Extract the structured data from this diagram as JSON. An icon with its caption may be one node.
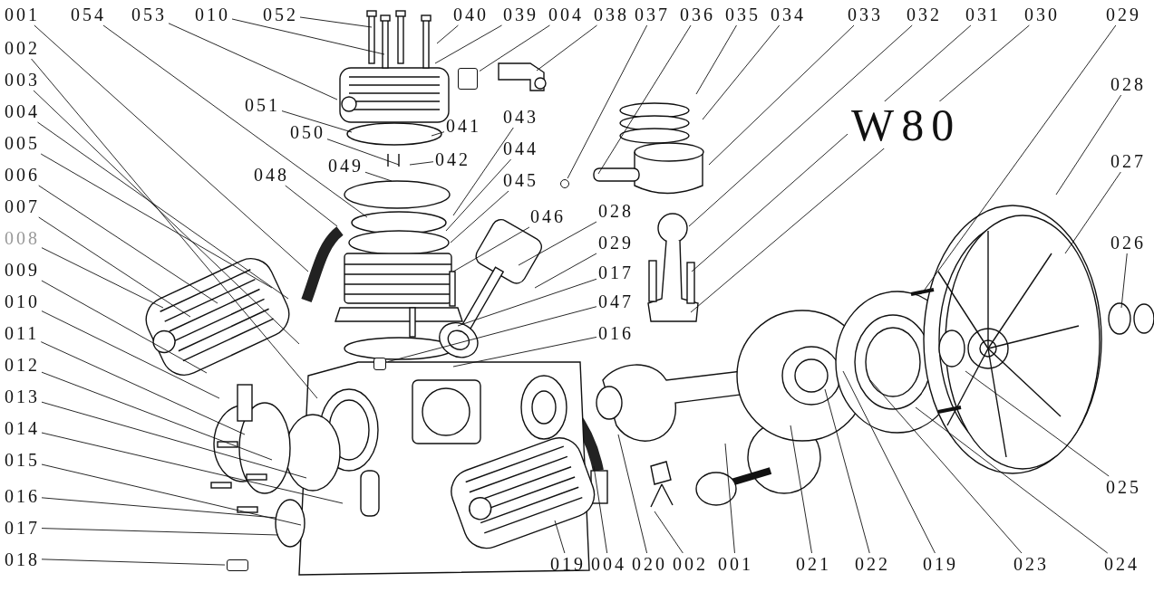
{
  "diagram": {
    "nodes": [
      {
        "text": [
          "001"
        ]
      },
      {
        "text": [
          "054"
        ]
      },
      {
        "text": [
          "053"
        ]
      },
      {
        "text": [
          "010"
        ]
      },
      {
        "text": [
          "052"
        ]
      },
      {
        "text": [
          "040"
        ]
      },
      {
        "text": [
          "039"
        ]
      },
      {
        "text": [
          "004"
        ]
      },
      {
        "text": [
          "038"
        ]
      },
      {
        "text": [
          "037"
        ]
      },
      {
        "text": [
          "036"
        ]
      },
      {
        "text": [
          "035"
        ]
      },
      {
        "text": [
          "034"
        ]
      },
      {
        "text": [
          "033"
        ]
      },
      {
        "text": [
          "032"
        ]
      },
      {
        "text": [
          "031"
        ]
      },
      {
        "text": [
          "030"
        ]
      },
      {
        "text": [
          "029"
        ]
      },
      {
        "text": [
          "002"
        ]
      },
      {
        "text": [
          "003"
        ]
      },
      {
        "text": [
          "004"
        ]
      },
      {
        "text": [
          "005"
        ]
      },
      {
        "text": [
          "006"
        ]
      },
      {
        "text": [
          "007"
        ]
      },
      {
        "text": [
          "008"
        ]
      },
      {
        "text": [
          "009"
        ]
      },
      {
        "text": [
          "010"
        ]
      },
      {
        "text": [
          "011"
        ]
      },
      {
        "text": [
          "012"
        ]
      },
      {
        "text": [
          "013"
        ]
      },
      {
        "text": [
          "014"
        ]
      },
      {
        "text": [
          "015"
        ]
      },
      {
        "text": [
          "016"
        ]
      },
      {
        "text": [
          "017"
        ]
      },
      {
        "text": [
          "018"
        ]
      },
      {
        "text": [
          "051"
        ]
      },
      {
        "text": [
          "050"
        ]
      },
      {
        "text": [
          "041"
        ]
      },
      {
        "text": [
          "043"
        ]
      },
      {
        "text": [
          "049"
        ]
      },
      {
        "text": [
          "042"
        ]
      },
      {
        "text": [
          "044"
        ]
      },
      {
        "text": [
          "048"
        ]
      },
      {
        "text": [
          "045"
        ]
      },
      {
        "text": [
          "046"
        ]
      },
      {
        "text": [
          "028"
        ]
      },
      {
        "text": [
          "029"
        ]
      },
      {
        "text": [
          "017"
        ]
      },
      {
        "text": [
          "047"
        ]
      },
      {
        "text": [
          "016"
        ]
      },
      {
        "text": [
          "028"
        ]
      },
      {
        "text": [
          "027"
        ]
      },
      {
        "text": [
          "026"
        ]
      },
      {
        "text": [
          "025"
        ]
      },
      {
        "text": [
          "019"
        ]
      },
      {
        "text": [
          "004"
        ]
      },
      {
        "text": [
          "020"
        ]
      },
      {
        "text": [
          "002"
        ]
      },
      {
        "text": [
          "001"
        ]
      },
      {
        "text": [
          "021"
        ]
      },
      {
        "text": [
          "022"
        ]
      },
      {
        "text": [
          "019"
        ]
      },
      {
        "text": [
          "023"
        ]
      },
      {
        "text": [
          "024"
        ]
      },
      {
        "text": [],
        "shape": "circle"
      },
      {
        "text": [],
        "shape": "box"
      },
      {
        "text": [],
        "shape": "box"
      },
      {
        "text": [],
        "shape": "box"
      }
    ],
    "edges": [
      {
        "from": 0,
        "to": null,
        "arrow": "none"
      },
      {
        "from": 1,
        "to": null,
        "arrow": "none"
      },
      {
        "from": 2,
        "to": null,
        "arrow": "none"
      },
      {
        "from": 3,
        "to": null,
        "arrow": "none"
      },
      {
        "from": 4,
        "to": null,
        "arrow": "none"
      },
      {
        "from": 5,
        "to": null,
        "arrow": "none"
      },
      {
        "from": 6,
        "to": null,
        "arrow": "none"
      },
      {
        "from": 7,
        "to": 65,
        "arrow": "none"
      },
      {
        "from": 8,
        "to": null,
        "arrow": "none"
      },
      {
        "from": 9,
        "to": 64,
        "arrow": "none"
      },
      {
        "from": 10,
        "to": null,
        "arrow": "none"
      },
      {
        "from": 11,
        "to": null,
        "arrow": "none"
      },
      {
        "from": 12,
        "to": null,
        "arrow": "none"
      },
      {
        "from": 13,
        "to": null,
        "arrow": "none"
      },
      {
        "from": 14,
        "to": null,
        "arrow": "none"
      },
      {
        "from": 15,
        "to": null,
        "arrow": "none"
      },
      {
        "from": 16,
        "to": null,
        "arrow": "none"
      },
      {
        "from": 17,
        "to": null,
        "arrow": "none"
      },
      {
        "from": 18,
        "to": null,
        "arrow": "none"
      },
      {
        "from": 19,
        "to": null,
        "arrow": "none"
      },
      {
        "from": 20,
        "to": null,
        "arrow": "none"
      },
      {
        "from": 21,
        "to": null,
        "arrow": "none"
      },
      {
        "from": 22,
        "to": null,
        "arrow": "none"
      },
      {
        "from": 23,
        "to": null,
        "arrow": "none"
      },
      {
        "from": 24,
        "to": null,
        "arrow": "none"
      },
      {
        "from": 25,
        "to": null,
        "arrow": "none"
      },
      {
        "from": 26,
        "to": null,
        "arrow": "none"
      },
      {
        "from": 27,
        "to": null,
        "arrow": "none"
      },
      {
        "from": 28,
        "to": null,
        "arrow": "none"
      },
      {
        "from": 29,
        "to": null,
        "arrow": "none"
      },
      {
        "from": 30,
        "to": null,
        "arrow": "none"
      },
      {
        "from": 31,
        "to": null,
        "arrow": "none"
      },
      {
        "from": 32,
        "to": null,
        "arrow": "none"
      },
      {
        "from": 33,
        "to": null,
        "arrow": "none"
      },
      {
        "from": 34,
        "to": 66,
        "arrow": "none"
      },
      {
        "from": 35,
        "to": null,
        "arrow": "none"
      },
      {
        "from": 36,
        "to": null,
        "arrow": "none"
      },
      {
        "from": 37,
        "to": null,
        "arrow": "none"
      },
      {
        "from": 38,
        "to": null,
        "arrow": "none"
      },
      {
        "from": 39,
        "to": null,
        "arrow": "none"
      },
      {
        "from": 40,
        "to": null,
        "arrow": "none"
      },
      {
        "from": 41,
        "to": null,
        "arrow": "none"
      },
      {
        "from": 42,
        "to": null,
        "arrow": "none"
      },
      {
        "from": 43,
        "to": null,
        "arrow": "none"
      },
      {
        "from": 44,
        "to": null,
        "arrow": "none"
      },
      {
        "from": 45,
        "to": null,
        "arrow": "none"
      },
      {
        "from": 46,
        "to": null,
        "arrow": "none"
      },
      {
        "from": 47,
        "to": null,
        "arrow": "none"
      },
      {
        "from": 48,
        "to": 67,
        "arrow": "none"
      },
      {
        "from": 49,
        "to": null,
        "arrow": "none"
      },
      {
        "from": 50,
        "to": null,
        "arrow": "none"
      },
      {
        "from": 51,
        "to": null,
        "arrow": "none"
      },
      {
        "from": 52,
        "to": null,
        "arrow": "none"
      },
      {
        "from": 53,
        "to": null,
        "arrow": "none"
      },
      {
        "from": 54,
        "to": null,
        "arrow": "none"
      },
      {
        "from": 55,
        "to": null,
        "arrow": "none"
      },
      {
        "from": 56,
        "to": null,
        "arrow": "none"
      },
      {
        "from": 57,
        "to": null,
        "arrow": "none"
      },
      {
        "from": 58,
        "to": null,
        "arrow": "none"
      },
      {
        "from": 59,
        "to": null,
        "arrow": "none"
      },
      {
        "from": 60,
        "to": null,
        "arrow": "none"
      },
      {
        "from": 61,
        "to": null,
        "arrow": "none"
      },
      {
        "from": 62,
        "to": null,
        "arrow": "none"
      },
      {
        "from": 63,
        "to": null,
        "arrow": "none"
      }
    ],
    "labels": [
      "W80"
    ]
  }
}
